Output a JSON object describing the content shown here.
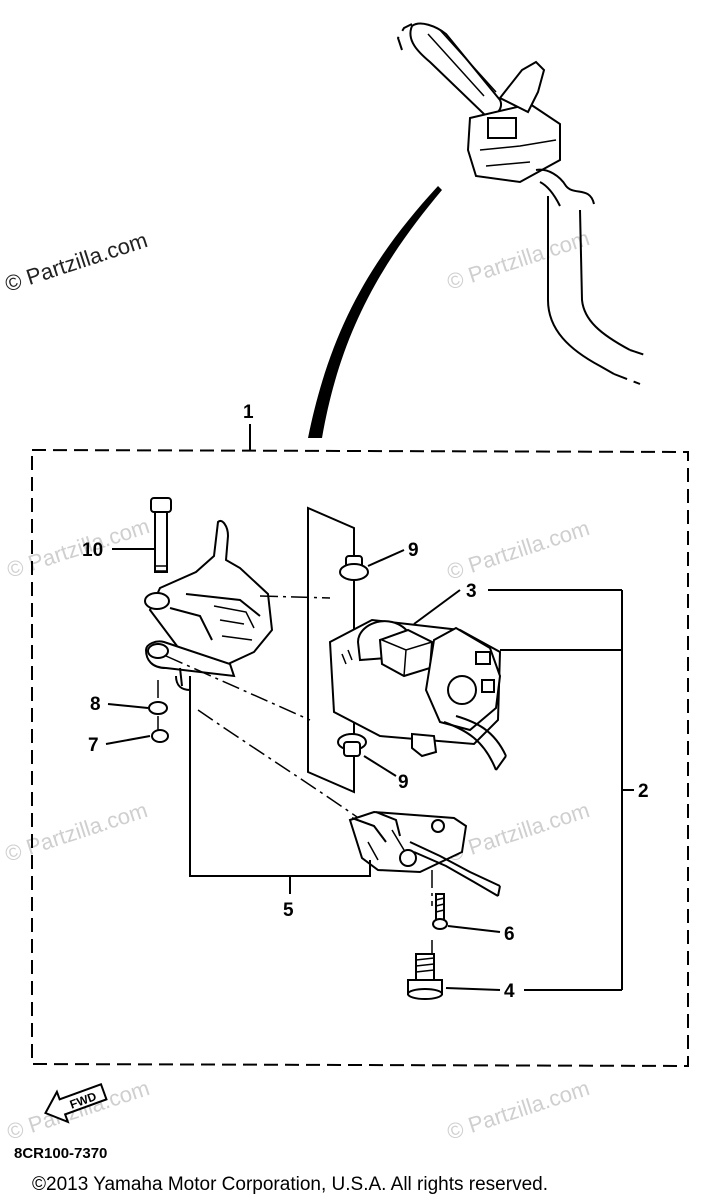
{
  "watermarks": [
    "© Partzilla.com"
  ],
  "callouts": {
    "c1": "1",
    "c2": "2",
    "c3": "3",
    "c4": "4",
    "c5": "5",
    "c6": "6",
    "c7": "7",
    "c8": "8",
    "c9a": "9",
    "c9b": "9",
    "c10": "10"
  },
  "fwd_label": "FWD",
  "diagram_code": "8CR100-7370",
  "copyright": "©2013  Yamaha Motor Corporation, U.S.A. All rights reserved."
}
